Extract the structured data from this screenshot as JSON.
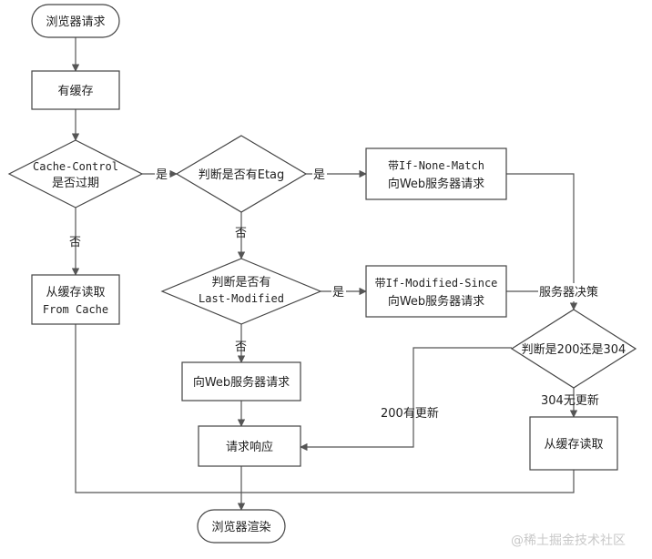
{
  "nodes": {
    "start": "浏览器请求",
    "has_cache": "有缓存",
    "cache_control_1": "Cache-Control",
    "cache_control_2": "是否过期",
    "etag": "判断是否有Etag",
    "if_none_match_1": "带If-None-Match",
    "if_none_match_2": "向Web服务器请求",
    "last_modified_1": "判断是否有",
    "last_modified_2": "Last-Modified",
    "if_modified_since_1": "带If-Modified-Since",
    "if_modified_since_2": "向Web服务器请求",
    "server_decision": "服务器决策",
    "read_cache_1": "从缓存读取",
    "read_cache_2": "From Cache",
    "web_request": "向Web服务器请求",
    "response": "请求响应",
    "status_check": "判断是200还是304",
    "read_cache_304": "从缓存读取",
    "render": "浏览器渲染"
  },
  "edge_labels": {
    "yes": "是",
    "no": "否",
    "updated_200": "200有更新",
    "not_modified_304": "304无更新"
  },
  "watermark": "@稀土掘金技术社区"
}
